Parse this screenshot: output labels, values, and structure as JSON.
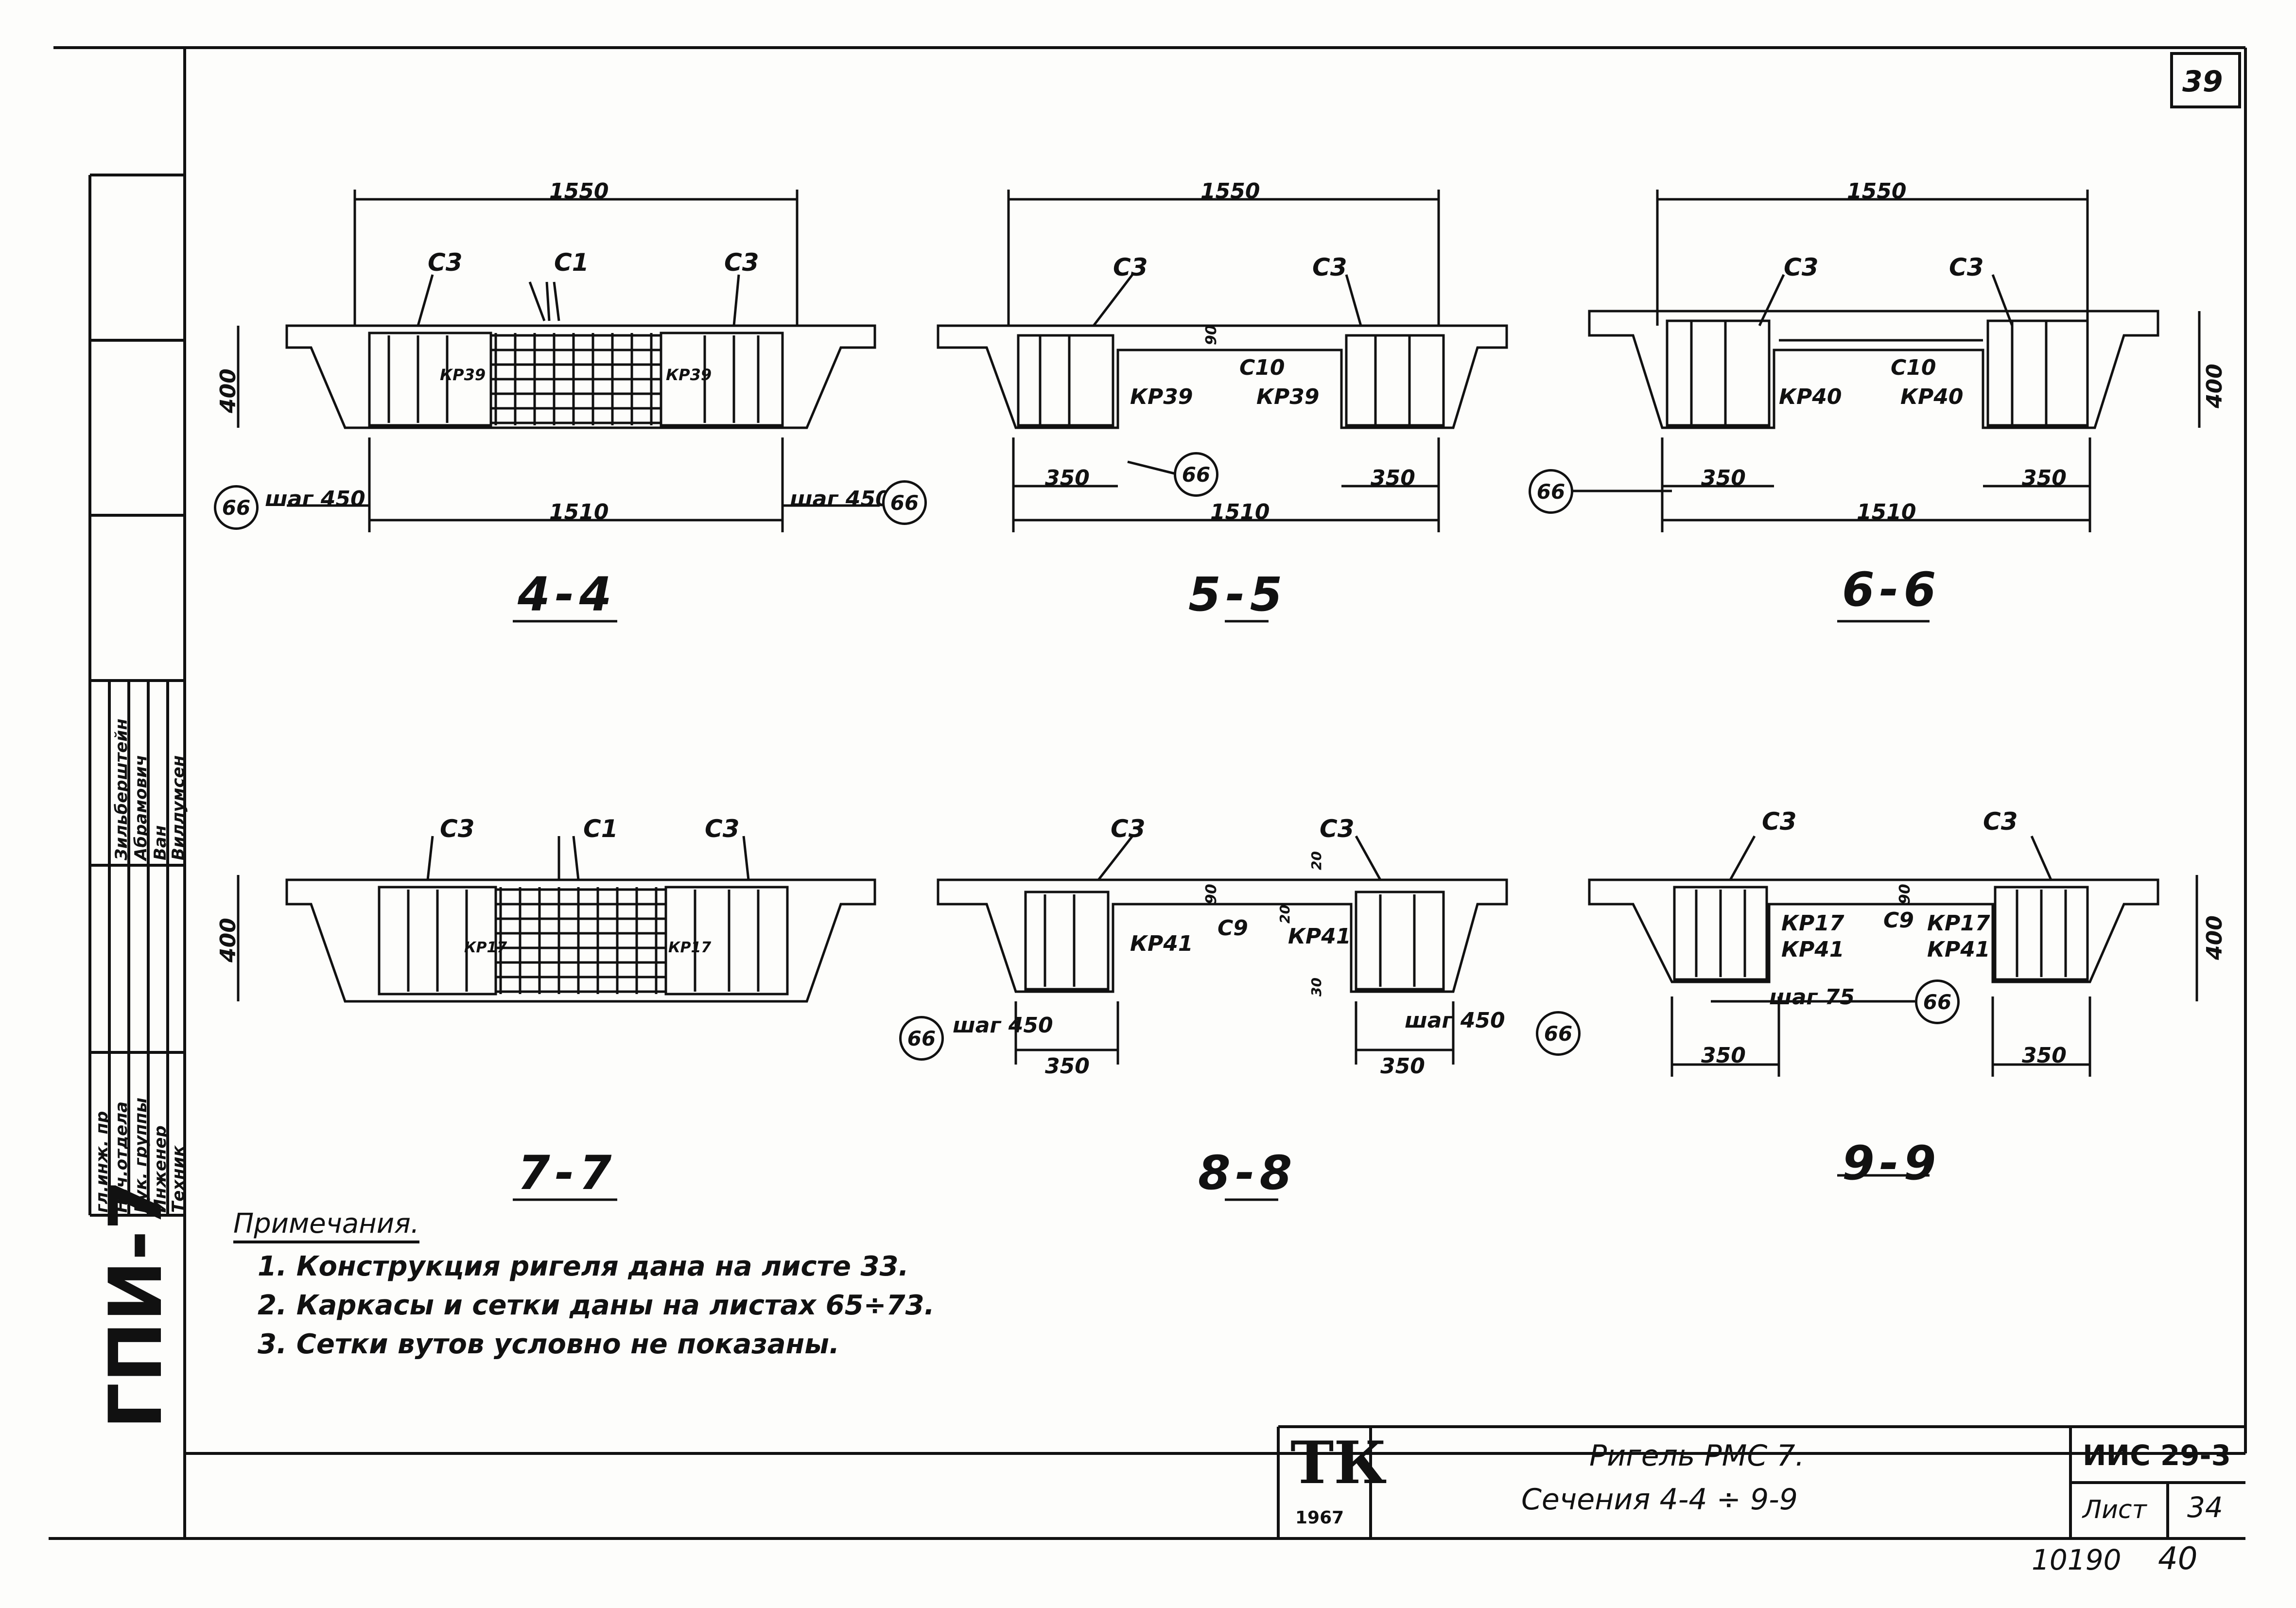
{
  "sheet_number": "39",
  "side_code": "ГПИ-7",
  "signature_block": {
    "roles": [
      "гл.инж. пр",
      "Нач.отдела",
      "Рук. группы",
      "Инженер",
      "Техник"
    ],
    "names": [
      "Зильберштейн",
      "Абрамович",
      "Ван",
      "Виллумсен"
    ]
  },
  "sections": [
    {
      "id": "s44",
      "title": "4-4",
      "labels": {
        "top_dim": "1550",
        "bottom_dim": "1510",
        "height": "400",
        "left_mesh": "С3",
        "mid_mesh": "С1",
        "right_mesh": "С3",
        "left_frame": "КР39",
        "right_frame": "КР39",
        "left_step": "шаг 450",
        "right_step": "шаг 450"
      },
      "callouts": [
        "66",
        "66"
      ]
    },
    {
      "id": "s55",
      "title": "5-5",
      "labels": {
        "top_dim": "1550",
        "bottom_dim": "1510",
        "left_mesh": "С3",
        "right_mesh": "С3",
        "mid_mesh": "С10",
        "left_frame": "КР39",
        "right_frame": "КР39",
        "left_span": "350",
        "right_span": "350",
        "thickness": "90"
      },
      "callouts": [
        "66"
      ]
    },
    {
      "id": "s66",
      "title": "6-6",
      "labels": {
        "top_dim": "1550",
        "bottom_dim": "1510",
        "height": "400",
        "left_mesh": "С3",
        "right_mesh": "С3",
        "mid_mesh": "С10",
        "left_frame": "КР40",
        "right_frame": "КР40",
        "left_span": "350",
        "right_span": "350"
      },
      "callouts": [
        "66"
      ]
    },
    {
      "id": "s77",
      "title": "7-7",
      "labels": {
        "height": "400",
        "left_mesh": "С3",
        "mid_mesh": "С1",
        "right_mesh": "С3",
        "left_frame": "КР17",
        "right_frame": "КР17"
      },
      "callouts": []
    },
    {
      "id": "s88",
      "title": "8-8",
      "labels": {
        "left_mesh": "С3",
        "right_mesh": "С3",
        "mid_mesh": "С9",
        "left_frame": "КР41",
        "right_frame": "КР41",
        "left_span": "350",
        "right_span": "350",
        "thickness": "90",
        "small_a": "20",
        "small_b": "20",
        "small_c": "30",
        "left_step": "шаг 450",
        "right_step": "шаг 450"
      },
      "callouts": [
        "66",
        "66"
      ]
    },
    {
      "id": "s99",
      "title": "9-9",
      "labels": {
        "height": "400",
        "left_mesh": "С3",
        "right_mesh": "С3",
        "mid_mesh": "С9",
        "thickness": "90",
        "left_frame_a": "КР17",
        "left_frame_b": "КР41",
        "right_frame_a": "КР17",
        "right_frame_b": "КР41",
        "step": "шаг 75",
        "left_span": "350",
        "right_span": "350"
      },
      "callouts": [
        "66"
      ]
    }
  ],
  "notes": {
    "heading": "Примечания.",
    "items": [
      "1. Конструкция ригеля дана на листе 33.",
      "2. Каркасы и сетки даны на листах 65÷73.",
      "3. Сетки вутов условно не показаны."
    ]
  },
  "title_block": {
    "logo": "ТК",
    "year": "1967",
    "name": "Ригель РМС 7.",
    "subtitle": "Сечения 4-4 ÷ 9-9",
    "series": "ИИС 29-3",
    "sheet_label": "Лист",
    "sheet_no": "34",
    "archive_no": "10190",
    "archive_page": "40"
  }
}
